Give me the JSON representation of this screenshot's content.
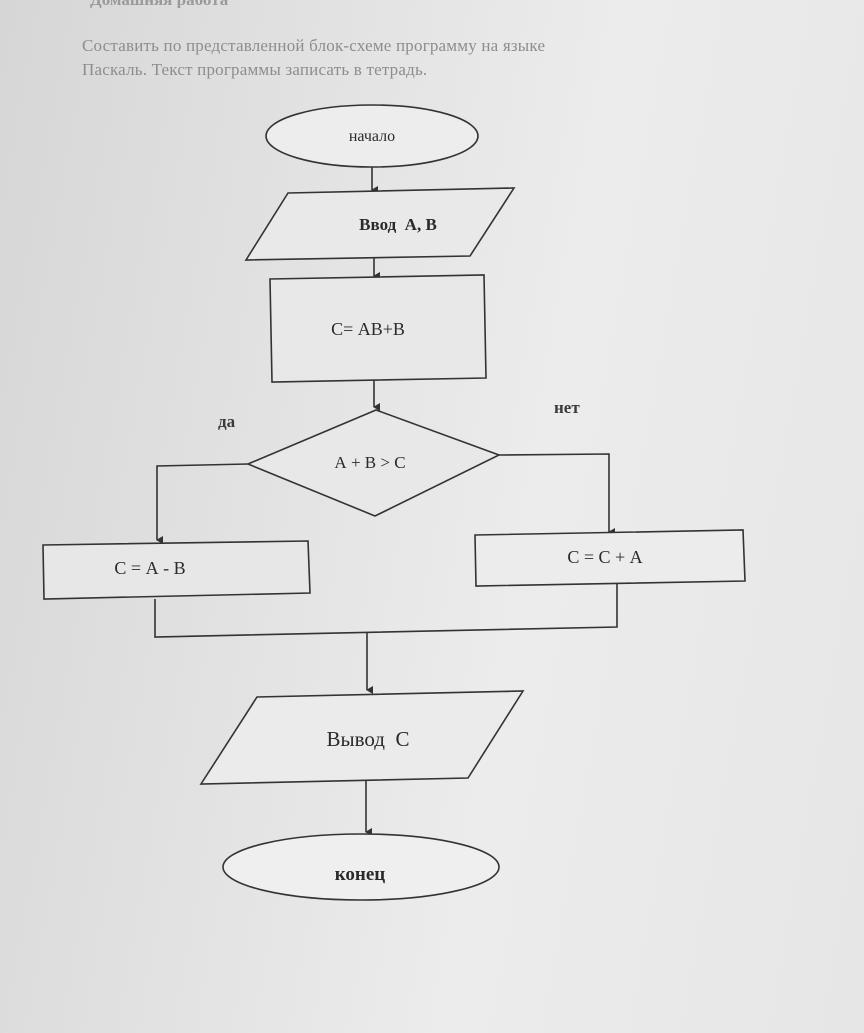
{
  "document": {
    "cut_heading": "Домашняя работа",
    "instruction_line1": "Составить по представленной блок-схеме программу на языке",
    "instruction_line2": "Паскаль. Текст программы записать в тетрадь."
  },
  "flowchart": {
    "start": "начало",
    "input": "Ввод  А, В",
    "process": "С= АВ+В",
    "condition": "А + В > С",
    "yes_label": "да",
    "no_label": "нет",
    "yes_branch": "С = А - В",
    "no_branch": "С = С + А",
    "output": "Вывод  С",
    "end": "конец"
  }
}
